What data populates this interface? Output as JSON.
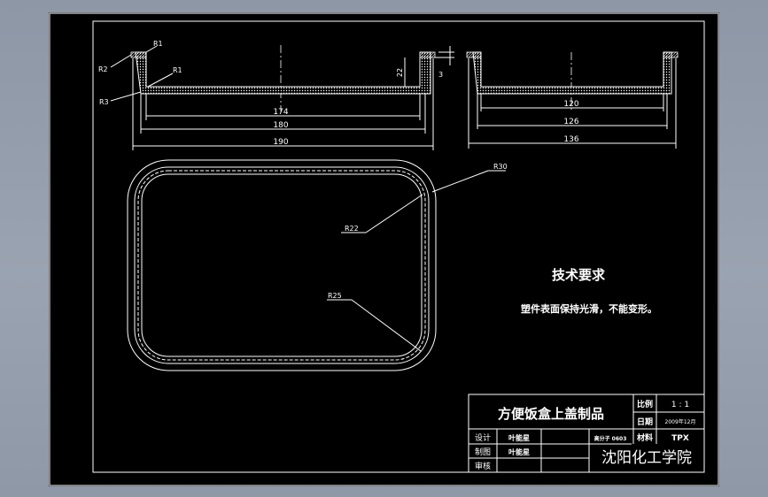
{
  "colors": {
    "background": "#000000",
    "lines": "#ffffff",
    "frame": "#9aa3b1"
  },
  "front_view": {
    "labels": {
      "r_top": "R1",
      "r2": "R2",
      "r1": "R1",
      "r3": "R3",
      "height": "22",
      "wall": "3"
    },
    "dims": {
      "inner": "174",
      "mid": "180",
      "outer": "190"
    }
  },
  "side_view": {
    "dims": {
      "inner": "120",
      "mid": "126",
      "outer": "136"
    }
  },
  "plan_view": {
    "labels": {
      "r30": "R30",
      "r22": "R22",
      "r25": "R25"
    }
  },
  "tech_requirements": {
    "title": "技术要求",
    "text": "塑件表面保持光滑，不能变形。"
  },
  "title_block": {
    "part_name": "方便饭盒上盖制品",
    "scale_label": "比例",
    "scale_value": "1 : 1",
    "date_label": "日期",
    "date_value": "2009年12月",
    "design_label": "设计",
    "designer": "叶能星",
    "draw_label": "制图",
    "drafter": "叶能星",
    "review_label": "审核",
    "class_info": "高分子 0603",
    "material_label": "材料",
    "material_value": "TPX",
    "school": "沈阳化工学院"
  }
}
